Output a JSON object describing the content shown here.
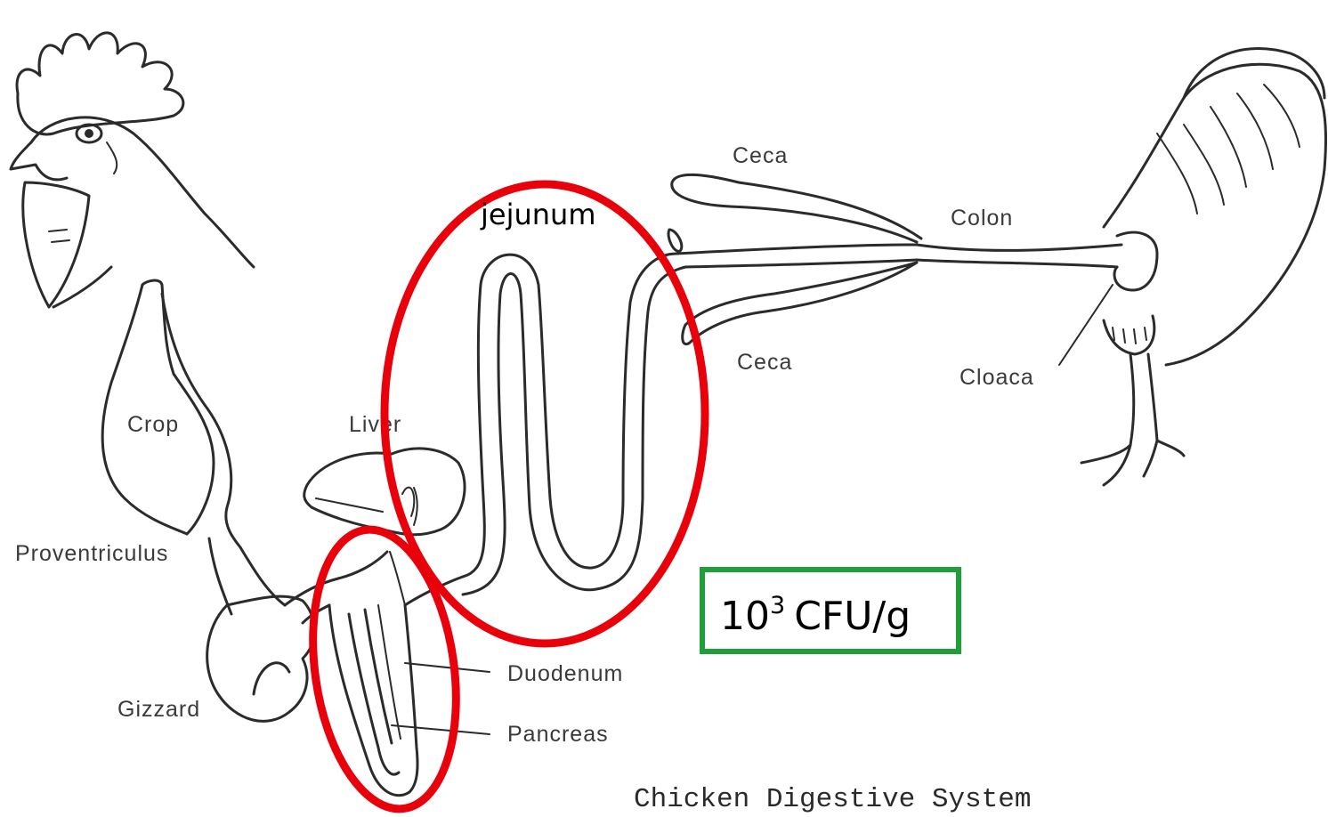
{
  "labels": {
    "crop": "Crop",
    "liver": "Liver",
    "proventriculus": "Proventriculus",
    "gizzard": "Gizzard",
    "duodenum": "Duodenum",
    "pancreas": "Pancreas",
    "ceca_top": "Ceca",
    "ceca_bottom": "Ceca",
    "colon": "Colon",
    "cloaca": "Cloaca"
  },
  "annotations": {
    "jejunum": "jejunum",
    "count_base": "10",
    "count_exponent": "3",
    "count_unit": "CFU/g"
  },
  "caption": "Chicken Digestive System",
  "colors": {
    "highlight_circle": "#e8000b",
    "count_box_border": "#1f9e3a"
  }
}
